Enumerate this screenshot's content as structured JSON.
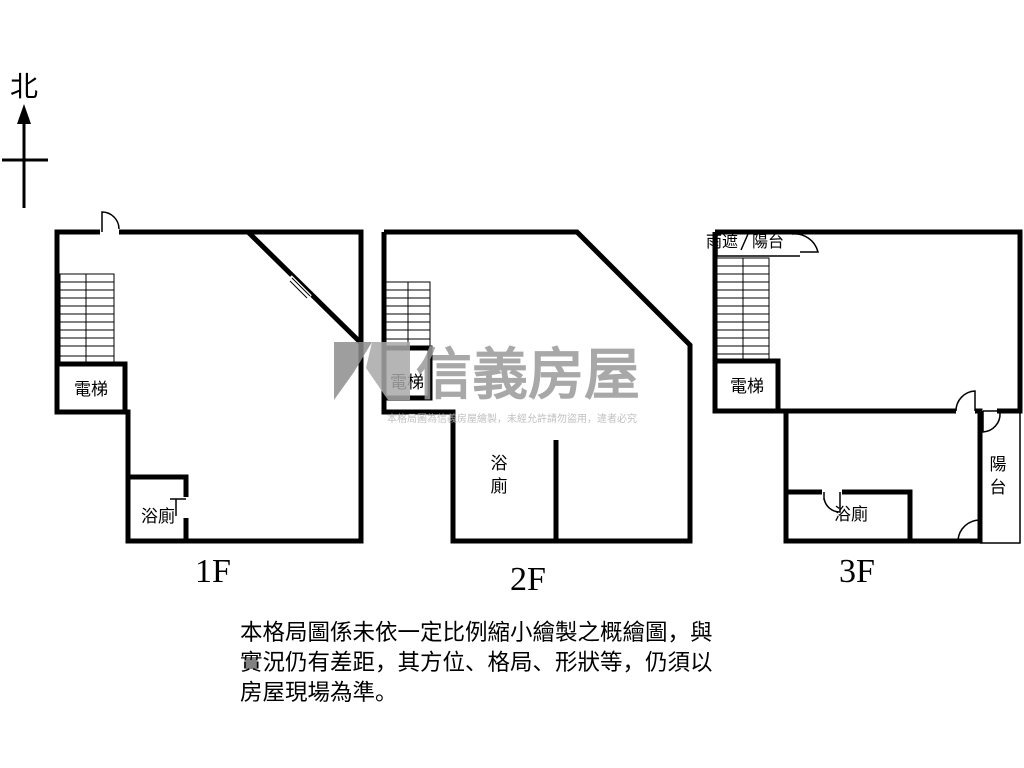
{
  "compass": {
    "north_label": "北"
  },
  "floors": [
    {
      "id": "1F",
      "label": "1F",
      "rooms": {
        "elevator": "電梯",
        "bathroom": "浴廁"
      }
    },
    {
      "id": "2F",
      "label": "2F",
      "rooms": {
        "elevator": "電梯",
        "bathroom_line1": "浴",
        "bathroom_line2": "廁"
      }
    },
    {
      "id": "3F",
      "label": "3F",
      "rooms": {
        "canopy": "雨遮",
        "balcony_top": "陽台",
        "elevator": "電梯",
        "bathroom": "浴廁",
        "balcony_side_line1": "陽",
        "balcony_side_line2": "台"
      }
    }
  ],
  "watermark": {
    "brand": "信義房屋",
    "notice": "本格局圖為信義房屋繪製，未經允許請勿盜用，違者必究"
  },
  "disclaimer": {
    "lines": [
      "本格局圖係未依一定比例縮小繪製之概繪圖，與",
      "實況仍有差距，其方位、格局、形狀等，仍須以",
      "房屋現場為準。"
    ]
  }
}
